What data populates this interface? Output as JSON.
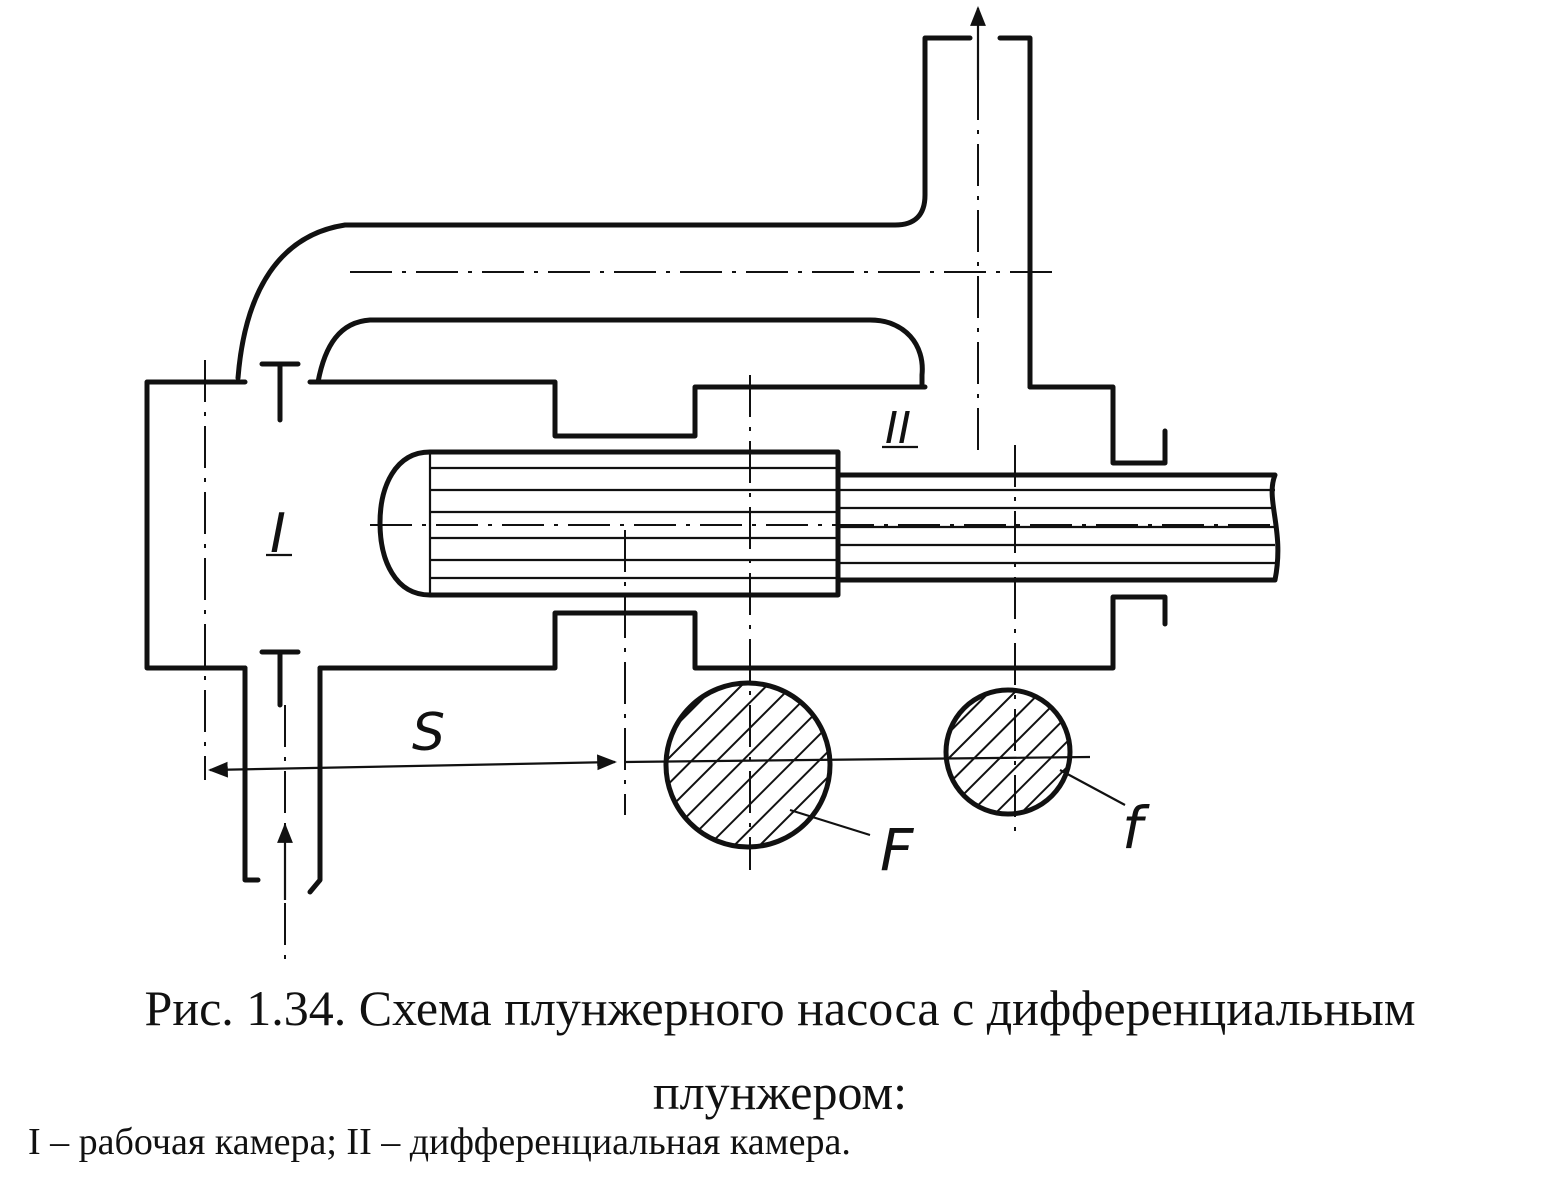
{
  "figure": {
    "caption_line1": "Рис. 1.34. Схема плунжерного насоса с дифференциальным",
    "caption_line2": "плунжером:",
    "legend": "I – рабочая камера; II – дифференциальная камера."
  },
  "labels": {
    "chamber_I": "I",
    "chamber_II": "II",
    "stroke": "S",
    "area_large": "F",
    "area_small": "f"
  }
}
